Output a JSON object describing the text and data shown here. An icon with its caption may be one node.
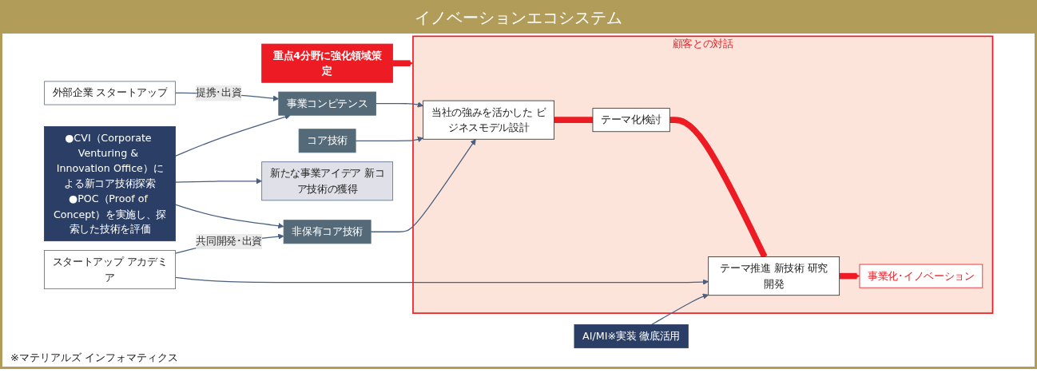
{
  "diagram": {
    "title": "イノベーションエコシステム",
    "nodes": [
      {
        "text": [
          "重点4分野に強化領域策定"
        ]
      },
      {
        "text": [
          "顧客との対話"
        ]
      },
      {
        "text": [
          "当社の強みを活かした ビジネスモデル設計"
        ],
        "in": 1
      },
      {
        "text": [
          "テーマ化検討"
        ],
        "in": 1
      },
      {
        "text": [
          "テーマ推進 新技術 研究開発"
        ],
        "in": 1
      },
      {
        "text": [
          "事業化･イノベーション"
        ],
        "in": 1
      },
      {
        "text": [
          "事業コンピテンス"
        ]
      },
      {
        "text": [
          "外部企業 スタートアップ"
        ]
      },
      {
        "text": [
          "AI/MI※実装 徹底活用"
        ]
      },
      {
        "text": [
          "コア技術"
        ]
      },
      {
        "text": [
          "非保有コア技術"
        ]
      },
      {
        "text": [
          "スタートアップ アカデミア"
        ]
      },
      {
        "text": [
          "新たな事業アイデア 新コア技術の獲得"
        ]
      },
      {
        "text": [
          "●CVI（Corporate Venturing & Innovation Office）による新コア技術探索",
          "●POC（Proof of Concept）を実施し、探索した技術を評価"
        ]
      }
    ],
    "edges": [
      {
        "from": 0,
        "to": 1,
        "arrow": "to",
        "style": "thick",
        "color": "#ed1c24"
      },
      {
        "from": 2,
        "to": 3,
        "arrow": "none",
        "style": "thick",
        "color": "#ed1c24"
      },
      {
        "from": 3,
        "to": 4,
        "arrow": "none",
        "style": "thick",
        "color": "#ed1c24"
      },
      {
        "from": 4,
        "to": 5,
        "arrow": "to",
        "style": "thick",
        "color": "#ed1c24"
      },
      {
        "from": 6,
        "to": 2,
        "arrow": "to"
      },
      {
        "from": 7,
        "to": 6,
        "label": "提携･出資",
        "arrow": "to"
      },
      {
        "from": 8,
        "to": 4,
        "arrow": "to"
      },
      {
        "from": 9,
        "to": 2,
        "arrow": "to"
      },
      {
        "from": 10,
        "to": 2,
        "arrow": "to"
      },
      {
        "from": 11,
        "to": 10,
        "label": "共同開発･出資",
        "arrow": "to"
      },
      {
        "from": 11,
        "to": 4,
        "arrow": "to"
      },
      {
        "from": 13,
        "to": 6,
        "arrow": "to"
      },
      {
        "from": 13,
        "to": 12,
        "arrow": "to"
      },
      {
        "from": 13,
        "to": 10,
        "arrow": "to"
      }
    ],
    "labels": [
      "※マテリアルズ インフォマティクス"
    ]
  }
}
